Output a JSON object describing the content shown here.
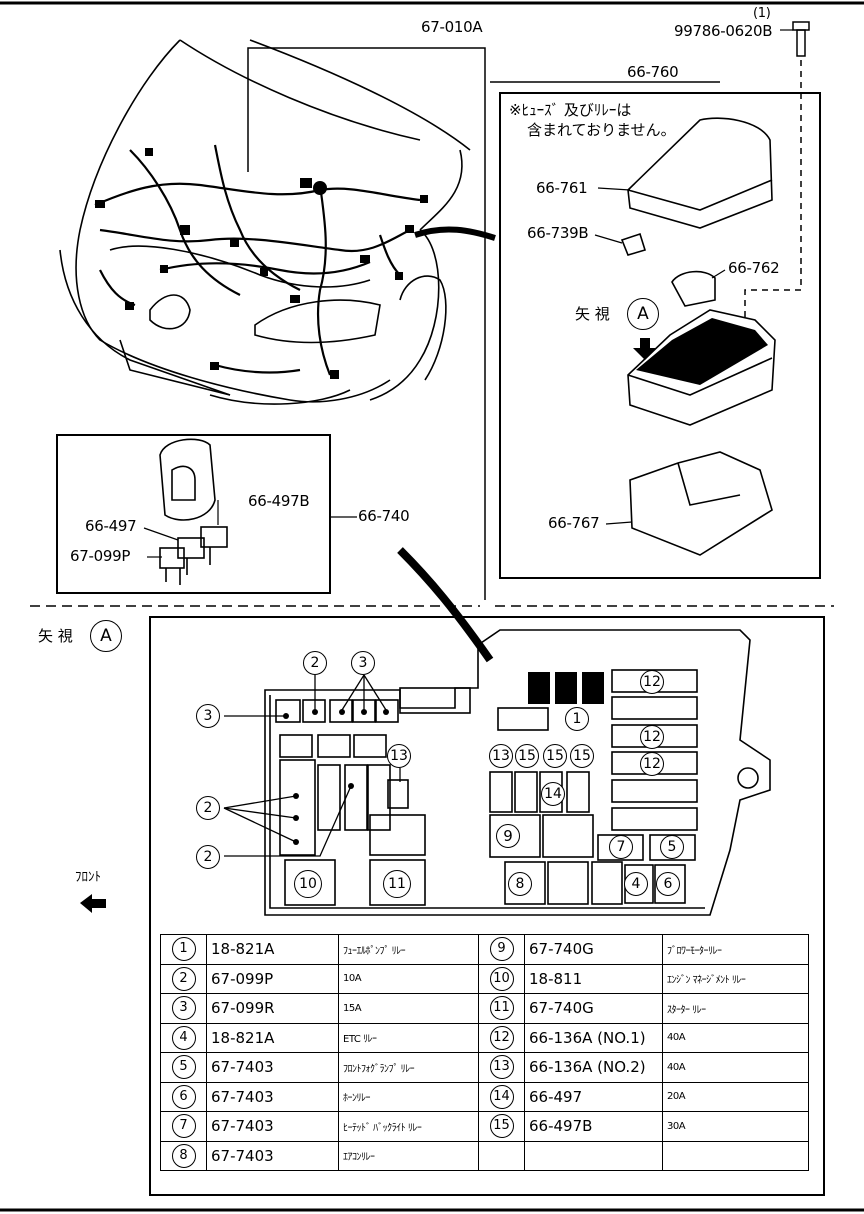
{
  "parts": {
    "harness": "67-010A",
    "bolt": "99786-0620B",
    "bolt_qty": "(1)",
    "box_assy": "66-760",
    "cover": "66-761",
    "clip": "66-739B",
    "relay_cover": "66-762",
    "lower_cover": "66-767",
    "relay_block": "66-740",
    "relay_a": "66-497",
    "relay_b": "66-497B",
    "fuse": "67-099P"
  },
  "note_line1": "※ﾋｭｰｽﾞ 及びﾘﾚｰは",
  "note_line2": "含まれておりません。",
  "view_label": "矢 視",
  "view_letter": "A",
  "front_label": "ﾌﾛﾝﾄ",
  "callouts": [
    "1",
    "2",
    "3",
    "4",
    "5",
    "6",
    "7",
    "8",
    "9",
    "10",
    "11",
    "12",
    "13",
    "14",
    "15"
  ],
  "legend": [
    {
      "n1": "1",
      "p1": "18-821A",
      "d1": "ﾌｭｰｴﾙﾎﾟﾝﾌﾟ ﾘﾚｰ",
      "n2": "9",
      "p2": "67-740G",
      "d2": "ﾌﾞﾛﾜｰﾓｰﾀｰﾘﾚｰ"
    },
    {
      "n1": "2",
      "p1": "67-099P",
      "d1": "10A",
      "n2": "10",
      "p2": "18-811",
      "d2": "ｴﾝｼﾞﾝ ﾏﾈｰｼﾞﾒﾝﾄ ﾘﾚｰ"
    },
    {
      "n1": "3",
      "p1": "67-099R",
      "d1": "15A",
      "n2": "11",
      "p2": "67-740G",
      "d2": "ｽﾀｰﾀｰ ﾘﾚｰ"
    },
    {
      "n1": "4",
      "p1": "18-821A",
      "d1": "ETC ﾘﾚｰ",
      "n2": "12",
      "p2": "66-136A (NO.1)",
      "d2": "40A"
    },
    {
      "n1": "5",
      "p1": "67-7403",
      "d1": "ﾌﾛﾝﾄﾌｫｸﾞﾗﾝﾌﾟ ﾘﾚｰ",
      "n2": "13",
      "p2": "66-136A (NO.2)",
      "d2": "40A"
    },
    {
      "n1": "6",
      "p1": "67-7403",
      "d1": "ﾎｰﾝﾘﾚｰ",
      "n2": "14",
      "p2": "66-497",
      "d2": "20A"
    },
    {
      "n1": "7",
      "p1": "67-7403",
      "d1": "ﾋｰﾃｯﾄﾞ ﾊﾞｯｸﾗｲﾄ ﾘﾚｰ",
      "n2": "15",
      "p2": "66-497B",
      "d2": "30A"
    },
    {
      "n1": "8",
      "p1": "67-7403",
      "d1": "ｴｱｺﾝﾘﾚｰ",
      "n2": "",
      "p2": "",
      "d2": ""
    }
  ]
}
